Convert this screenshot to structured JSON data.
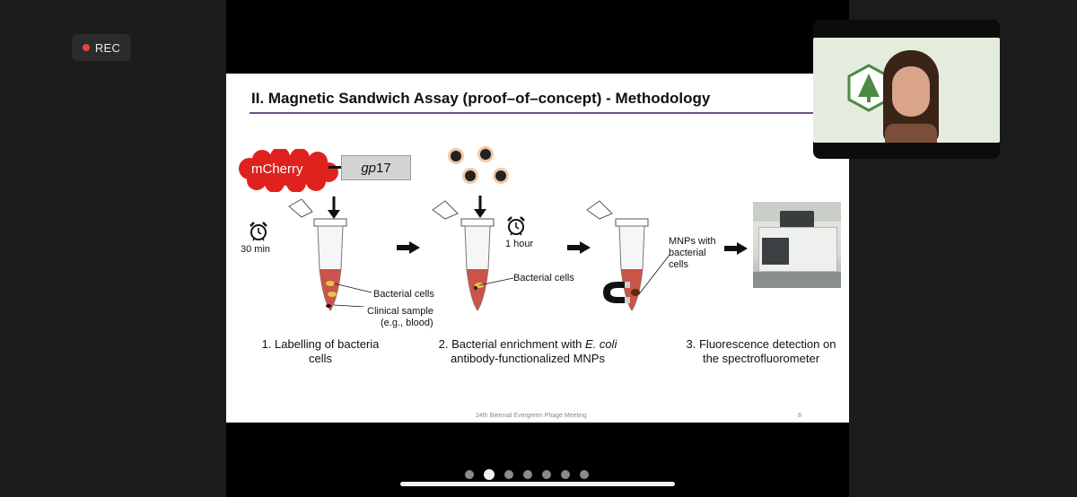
{
  "recording": {
    "label": "REC"
  },
  "slide": {
    "title": "II. Magnetic Sandwich Assay (proof–of–concept) - Methodology",
    "mcherry_label": "mCherry",
    "gp17_italic": "gp",
    "gp17_num": "17",
    "step1_time": "30 min",
    "step2_time": "1 hour",
    "bacterial_cells_label": "Bacterial cells",
    "clinical_sample_label": "Clinical sample",
    "clinical_sample_eg": "(e.g., blood)",
    "bacterial_cells_label2": "Bacterial cells",
    "mnps_label_line1": "MNPs with",
    "mnps_label_line2": "bacterial",
    "mnps_label_line3": "cells",
    "caption1_line1": "1. Labelling of bacteria",
    "caption1_line2": "cells",
    "caption2_line1_prefix": "2. Bacterial enrichment with ",
    "caption2_line1_italic": "E. coli",
    "caption2_line2": "antibody-functionalized MNPs",
    "caption3_line1": "3. Fluorescence detection on",
    "caption3_line2": "the spectrofluorometer",
    "footer_text": "24th Biennial Evergreen Phage Meeting",
    "page_number": "8"
  },
  "pagination": {
    "count": 7,
    "active_index": 1
  },
  "colors": {
    "accent_rule": "#6b4e8a",
    "mcherry_red": "#e0221e",
    "tube_liquid": "#c9544a",
    "rec_dot": "#e24545"
  },
  "icons": [
    "alarm-clock-icon",
    "down-arrow-icon",
    "right-arrow-icon",
    "magnet-icon",
    "nanoparticle-icon",
    "tree-logo-icon"
  ]
}
